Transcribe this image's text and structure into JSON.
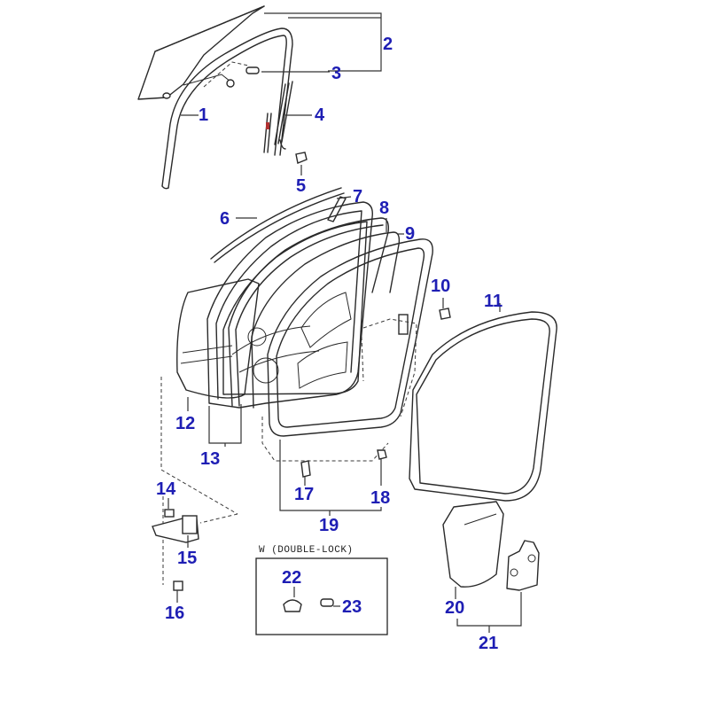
{
  "diagram": {
    "callouts": [
      {
        "id": "1",
        "text": "1"
      },
      {
        "id": "2",
        "text": "2"
      },
      {
        "id": "3",
        "text": "3"
      },
      {
        "id": "4",
        "text": "4"
      },
      {
        "id": "5",
        "text": "5"
      },
      {
        "id": "6",
        "text": "6"
      },
      {
        "id": "7",
        "text": "7"
      },
      {
        "id": "8",
        "text": "8"
      },
      {
        "id": "9",
        "text": "9"
      },
      {
        "id": "10",
        "text": "10"
      },
      {
        "id": "11",
        "text": "11"
      },
      {
        "id": "12",
        "text": "12"
      },
      {
        "id": "13",
        "text": "13"
      },
      {
        "id": "14",
        "text": "14"
      },
      {
        "id": "15",
        "text": "15"
      },
      {
        "id": "16",
        "text": "16"
      },
      {
        "id": "17",
        "text": "17"
      },
      {
        "id": "18",
        "text": "18"
      },
      {
        "id": "19",
        "text": "19"
      },
      {
        "id": "20",
        "text": "20"
      },
      {
        "id": "21",
        "text": "21"
      },
      {
        "id": "22",
        "text": "22"
      },
      {
        "id": "23",
        "text": "23"
      }
    ],
    "inset_box": {
      "title": "W (DOUBLE-LOCK)"
    },
    "colors": {
      "callout_text": "#1e1eb4",
      "line_art": "#2a2a2a",
      "background": "#ffffff"
    }
  }
}
